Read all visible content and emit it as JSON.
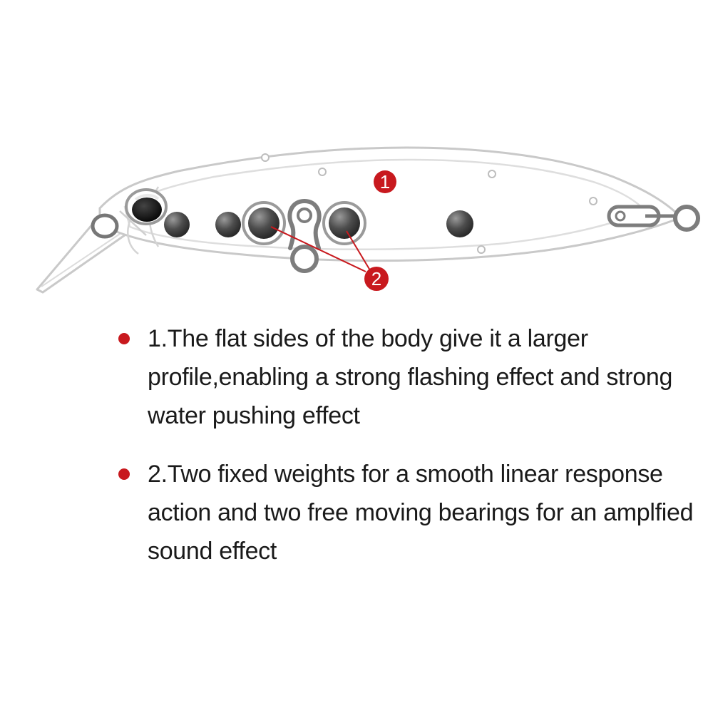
{
  "diagram": {
    "callouts": [
      {
        "number": "1"
      },
      {
        "number": "2"
      }
    ],
    "colors": {
      "accent": "#c8191e",
      "outline": "#c9c9c9",
      "ring": "#6a6a6a",
      "weight": "#4a4a4a",
      "eye": "#111111"
    }
  },
  "features": [
    {
      "text": "1.The flat sides of the body give it a larger profile,enabling a strong flashing effect and strong water pushing effect"
    },
    {
      "text": "2.Two fixed weights for a smooth linear response action and two free moving bearings for an amplfied sound effect"
    }
  ]
}
